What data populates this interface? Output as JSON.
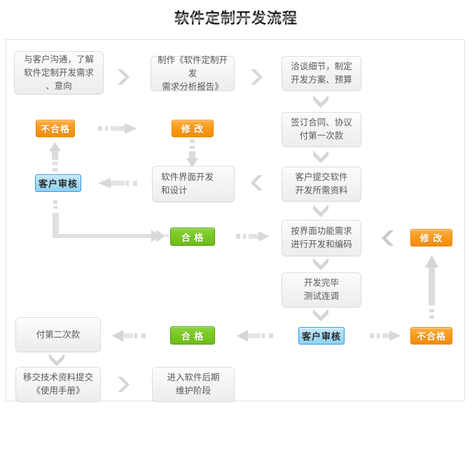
{
  "page": {
    "title": "软件定制开发流程",
    "background": "#ffffff",
    "panel_border": "#e3e3e3"
  },
  "colors": {
    "node_text": "#585858",
    "node_border": "#dcdcdc",
    "orange": "#f99a1c",
    "orange_border": "#e8860a",
    "green": "#79c722",
    "green_border": "#4e9c12",
    "blue": "#a6dcf7",
    "blue_border": "#2e9ae0",
    "arrow": "#d5d5d5"
  },
  "nodes": {
    "n1": {
      "lines": [
        "与客户沟通，了解",
        "软件定制开发需求",
        "、意向"
      ]
    },
    "n2": {
      "lines": [
        "制作《软件定制开发",
        "需求分析报告》"
      ]
    },
    "n3": {
      "lines": [
        "洽谈细节，制定",
        "开发方案、预算"
      ]
    },
    "n4": {
      "lines": [
        "签订合同、协议",
        "付第一次款"
      ]
    },
    "n5": {
      "lines": [
        "客户提交软件",
        "开发所需资料"
      ]
    },
    "n6": {
      "lines": [
        "软件界面开发",
        "和设计"
      ]
    },
    "n7": {
      "lines": [
        "按界面功能需求",
        "进行开发和编码"
      ]
    },
    "n8": {
      "lines": [
        "开发完毕",
        "测试连调"
      ]
    },
    "n9": {
      "lines": [
        "付第二次款"
      ]
    },
    "n10": {
      "lines": [
        "移交技术资料提交",
        "《使用手册》"
      ]
    },
    "n11": {
      "lines": [
        "进入软件后期",
        "维护阶段"
      ]
    }
  },
  "badges": {
    "b_fail_top": {
      "label": "不合格",
      "color": "orange"
    },
    "b_modify_top": {
      "label": "修 改",
      "color": "orange"
    },
    "b_review_top": {
      "label": "客户审核",
      "color": "blue"
    },
    "b_pass_mid": {
      "label": "合 格",
      "color": "green"
    },
    "b_modify_right": {
      "label": "修 改",
      "color": "orange"
    },
    "b_pass_bottom": {
      "label": "合 格",
      "color": "green"
    },
    "b_review_bottom": {
      "label": "客户审核",
      "color": "blue"
    },
    "b_fail_bottom": {
      "label": "不合格",
      "color": "orange"
    }
  },
  "connectors": [
    {
      "name": "chevron-n1-to-n2",
      "type": "chevron-right"
    },
    {
      "name": "chevron-n2-to-n3",
      "type": "chevron-right"
    },
    {
      "name": "arrow-n3-to-n4",
      "type": "chevron-down"
    },
    {
      "name": "arrow-n4-to-n5",
      "type": "chevron-down"
    },
    {
      "name": "arrow-n5-to-n7",
      "type": "chevron-down"
    },
    {
      "name": "arrow-fail-to-modify",
      "type": "dashed-right"
    },
    {
      "name": "arrow-review-to-fail",
      "type": "dashed-up"
    },
    {
      "name": "arrow-modify-to-n6",
      "type": "dashed-down"
    },
    {
      "name": "arrow-n6-to-review",
      "type": "dashed-left"
    },
    {
      "name": "chevron-n6-to-n5",
      "type": "chevron-left"
    },
    {
      "name": "elbow-review-to-pass",
      "type": "elbow-down-right"
    },
    {
      "name": "arrow-pass-to-n7",
      "type": "dashed-right"
    },
    {
      "name": "chevron-modify-right-to-n7",
      "type": "chevron-left"
    },
    {
      "name": "arrow-n7-to-n8",
      "type": "chevron-down"
    },
    {
      "name": "arrow-n8-to-review-bottom",
      "type": "chevron-down"
    },
    {
      "name": "arrow-review-bottom-to-fail-bottom",
      "type": "dashed-right"
    },
    {
      "name": "arrow-fail-bottom-to-modify-right",
      "type": "solid-up"
    },
    {
      "name": "arrow-review-bottom-to-pass-bottom",
      "type": "dashed-left"
    },
    {
      "name": "arrow-pass-bottom-to-n9",
      "type": "dashed-left"
    },
    {
      "name": "arrow-n9-to-n10",
      "type": "chevron-down"
    },
    {
      "name": "chevron-n10-to-n11",
      "type": "chevron-right"
    }
  ]
}
